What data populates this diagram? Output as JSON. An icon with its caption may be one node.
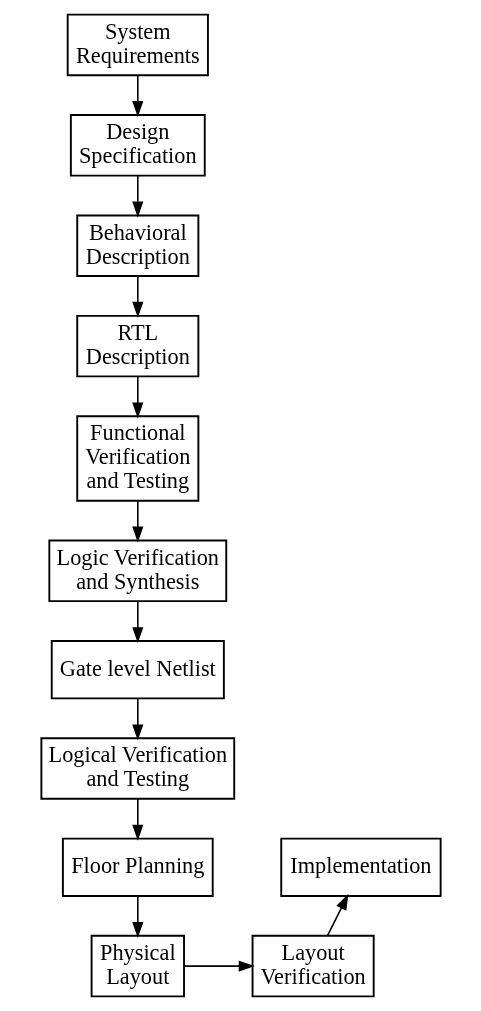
{
  "diagram": {
    "nodes": [
      {
        "text": [
          "System Requirements"
        ]
      },
      {
        "text": [
          "Design Specification"
        ]
      },
      {
        "text": [
          "Behavioral Description"
        ]
      },
      {
        "text": [
          "RTL Description"
        ]
      },
      {
        "text": [
          "Functional Verification and Testing"
        ]
      },
      {
        "text": [
          "Logic Verification and Synthesis"
        ]
      },
      {
        "text": [
          "Gate level Netlist"
        ]
      },
      {
        "text": [
          "Logical Verification and Testing"
        ]
      },
      {
        "text": [
          "Floor Planning"
        ]
      },
      {
        "text": [
          "Physical Layout"
        ]
      },
      {
        "text": [
          "Layout Verification"
        ]
      },
      {
        "text": [
          "Implementation"
        ]
      }
    ],
    "edges": [
      {
        "from": 0,
        "to": 1,
        "arrow": "to"
      },
      {
        "from": 1,
        "to": 2,
        "arrow": "to"
      },
      {
        "from": 2,
        "to": 3,
        "arrow": "to"
      },
      {
        "from": 3,
        "to": 4,
        "arrow": "to"
      },
      {
        "from": 4,
        "to": 5,
        "arrow": "to"
      },
      {
        "from": 5,
        "to": 6,
        "arrow": "to"
      },
      {
        "from": 6,
        "to": 7,
        "arrow": "to"
      },
      {
        "from": 7,
        "to": 8,
        "arrow": "to"
      },
      {
        "from": 8,
        "to": 9,
        "arrow": "to"
      },
      {
        "from": 9,
        "to": 10,
        "arrow": "to"
      },
      {
        "from": 10,
        "to": 11,
        "arrow": "to"
      }
    ]
  }
}
